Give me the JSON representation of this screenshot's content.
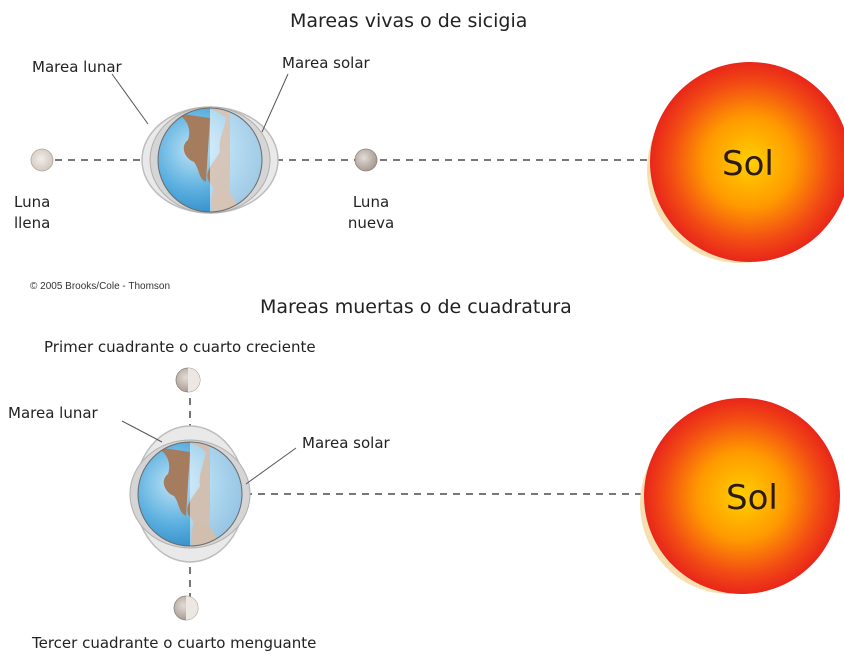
{
  "top": {
    "title": "Mareas vivas o de sicigia",
    "lunar_tide_label": "Marea lunar",
    "solar_tide_label": "Marea solar",
    "full_moon_label": "Luna\nllena",
    "new_moon_label": "Luna\nnueva",
    "sun_label": "Sol"
  },
  "copyright": "© 2005 Brooks/Cole - Thomson",
  "bottom": {
    "title": "Mareas muertas o de cuadratura",
    "first_quarter_label": "Primer cuadrante o cuarto creciente",
    "lunar_tide_label": "Marea lunar",
    "solar_tide_label": "Marea solar",
    "third_quarter_label": "Tercer cuadrante o cuarto menguante",
    "sun_label": "Sol"
  },
  "colors": {
    "sun_core": "#ffb000",
    "sun_edge": "#ee2a1a",
    "ocean": "#4aa3d8",
    "land": "#a57c5e",
    "tide_bulge": "#e6e6e6",
    "moon": "#b8aca4"
  }
}
